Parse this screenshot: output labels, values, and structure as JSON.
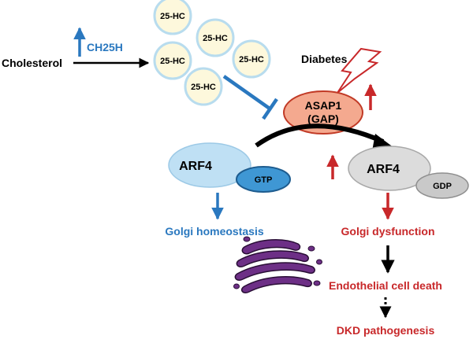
{
  "diagram": {
    "colors": {
      "blue": "#2a78bf",
      "red": "#c8282a",
      "black": "#000000",
      "vesicle_fill": "#fdf8dc",
      "vesicle_stroke": "#b8dcee",
      "asap1_fill": "#f4a98f",
      "asap1_stroke": "#c13a26",
      "arf4_gtp_fill": "#bfe0f4",
      "gtp_fill": "#3f97d4",
      "arf4_gdp_fill": "#dcdcdc",
      "gdp_fill": "#c9c9c9",
      "golgi_fill": "#6d2f86"
    },
    "cholesterol": "Cholesterol",
    "ch25h": "CH25H",
    "hc_label": "25-HC",
    "diabetes": "Diabetes",
    "asap1_line1": "ASAP1",
    "asap1_line2": "(GAP)",
    "arf4_left": "ARF4",
    "gtp": "GTP",
    "arf4_right": "ARF4",
    "gdp": "GDP",
    "golgi_homeostasis": "Golgi homeostasis",
    "golgi_dysfunction": "Golgi dysfunction",
    "endothelial_death": "Endothelial cell death",
    "dkd": "DKD pathogenesis"
  }
}
